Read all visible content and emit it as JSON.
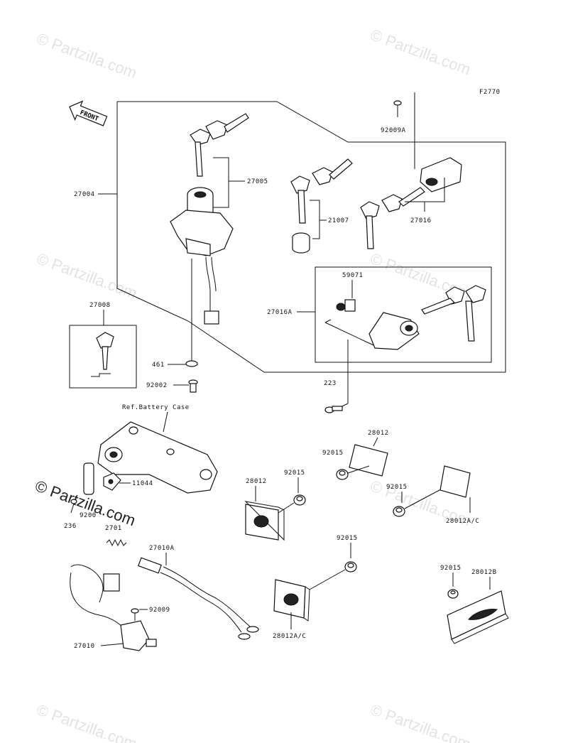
{
  "figure_code": "F2770",
  "front_label": "FRONT",
  "ref_label": "Ref.Battery Case",
  "watermark": "© Partzilla.com",
  "parts": {
    "p27004": "27004",
    "p27005": "27005",
    "p21007": "21007",
    "p27016": "27016",
    "p92009a": "92009A",
    "p59071": "59071",
    "p27016a": "27016A",
    "p27008": "27008",
    "p461": "461",
    "p92002": "92002",
    "p223": "223",
    "p11044": "11044",
    "p236": "236",
    "p9200x": "9200",
    "p27011": "2701",
    "p27010a": "27010A",
    "p92009": "92009",
    "p27010": "27010",
    "p28012_top": "28012",
    "p92015_a": "92015",
    "p28012_left": "28012",
    "p92015_b": "92015",
    "p92015_c": "92015",
    "p28012ac_right": "28012A/C",
    "p92015_d": "92015",
    "p28012ac_bottom": "28012A/C",
    "p92015_e": "92015",
    "p28012b": "28012B"
  }
}
